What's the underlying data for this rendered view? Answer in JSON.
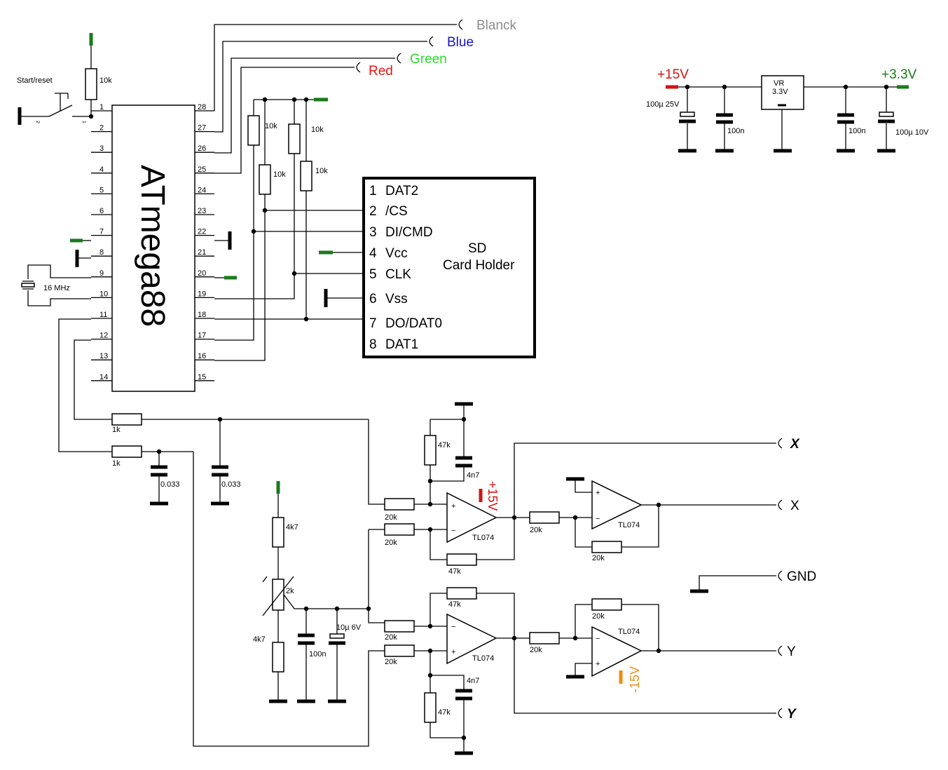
{
  "mcu": {
    "name": "ATmega88"
  },
  "mcu_pins_left": [
    "1",
    "2",
    "3",
    "4",
    "5",
    "6",
    "7",
    "8",
    "9",
    "10",
    "11",
    "12",
    "13",
    "14"
  ],
  "mcu_pins_right": [
    "28",
    "27",
    "26",
    "25",
    "24",
    "23",
    "22",
    "21",
    "20",
    "19",
    "18",
    "17",
    "16",
    "15"
  ],
  "sd": {
    "title_line1": "SD",
    "title_line2": "Card Holder",
    "pins": [
      {
        "num": "1",
        "name": "DAT2"
      },
      {
        "num": "2",
        "name": "/CS"
      },
      {
        "num": "3",
        "name": "DI/CMD"
      },
      {
        "num": "4",
        "name": "Vcc"
      },
      {
        "num": "5",
        "name": "CLK"
      },
      {
        "num": "6",
        "name": "Vss"
      },
      {
        "num": "7",
        "name": "DO/DAT0"
      },
      {
        "num": "8",
        "name": "DAT1"
      }
    ]
  },
  "outputs": {
    "blanck": "Blanck",
    "blue": "Blue",
    "green": "Green",
    "red": "Red",
    "x_bold": "X",
    "x": "X",
    "gnd": "GND",
    "y": "Y",
    "y_bold": "Y"
  },
  "power": {
    "v15": "+15V",
    "v33": "+3.3V",
    "vr": "VR",
    "vr_value": "3.3V"
  },
  "labels": {
    "start_reset": "Start/reset",
    "sw_pin2": "2",
    "sw_pin1": "1",
    "crystal": "16 MHz",
    "r_10k": "10k",
    "r_1k": "1k",
    "c_0033": "0.033",
    "c_100u25": "100µ 25V",
    "c_100n": "100n",
    "c_100u10": "100µ 10V",
    "r_47k": "47k",
    "c_4n7": "4n7",
    "r_20k": "20k",
    "opamp": "TL074",
    "opamp_plus15": "+15V",
    "opamp_minus15": "-15V",
    "r_4k7": "4k7",
    "pot_2k": "2k",
    "c_10u6": "10µ 6V"
  },
  "colors": {
    "vcc_marker": "#1a7a1a",
    "plus15": "#d21414",
    "minus15": "#f08c14",
    "plus33": "#1a7a1a",
    "blanck": "#8c8c8c",
    "blue": "#1414c8",
    "green": "#28dc28",
    "red": "#e61414"
  }
}
